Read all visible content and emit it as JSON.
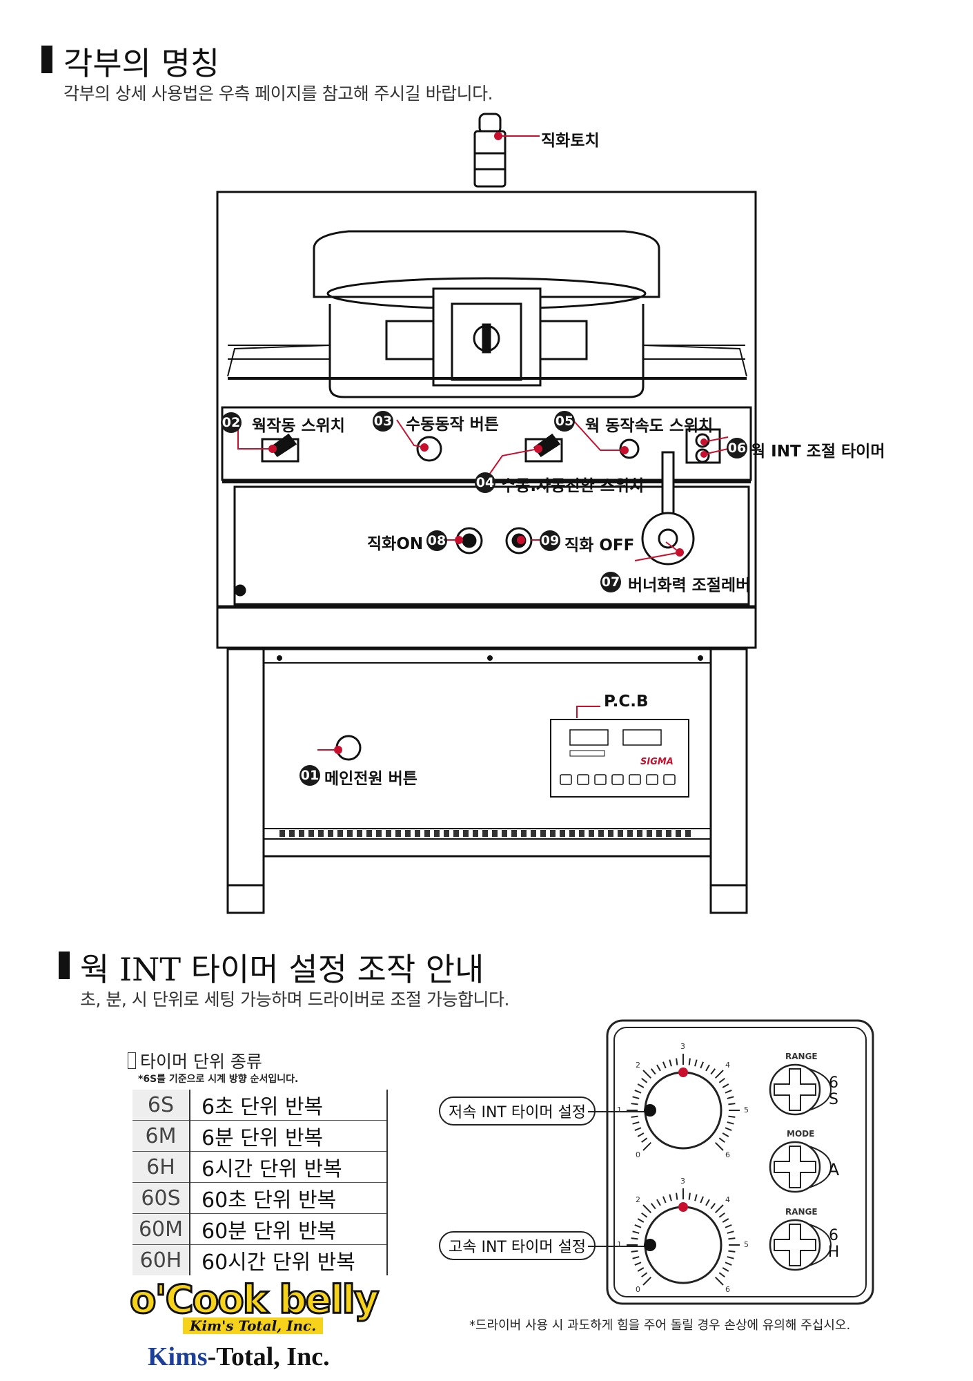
{
  "section1": {
    "title": "각부의 명칭",
    "subtitle": "각부의 상세 사용법은 우측 페이지를 참고해 주시길 바랍니다."
  },
  "parts": {
    "torch": "직화토치",
    "p01": {
      "num": "01",
      "label": "메인전원 버튼"
    },
    "p02": {
      "num": "02",
      "label": "웍작동 스위치"
    },
    "p03": {
      "num": "03",
      "label": "수동동작 버튼"
    },
    "p04": {
      "num": "04",
      "label": "수동.자동전환 스위치"
    },
    "p05": {
      "num": "05",
      "label": "웍 동작속도 스위치"
    },
    "p06": {
      "num": "06",
      "label": "웍 INT 조절 타이머"
    },
    "p07": {
      "num": "07",
      "label": "버너화력 조절레버"
    },
    "p08": {
      "num": "08",
      "label": "직화ON"
    },
    "p09": {
      "num": "09",
      "label": "직화 OFF"
    },
    "pcb": "P.C.B",
    "pcb_brand": "SIGMA"
  },
  "section2": {
    "title": "웍 INT 타이머 설정 조작 안내",
    "subtitle": "초, 분, 시 단위로 세팅 가능하며 드라이버로 조절 가능합니다."
  },
  "timer_units": {
    "heading": "타이머 단위 종류",
    "note": "*6S를 기준으로 시계 방향 순서입니다.",
    "rows": [
      {
        "code": "6S",
        "desc": "6초 단위 반복"
      },
      {
        "code": "6M",
        "desc": "6분 단위 반복"
      },
      {
        "code": "6H",
        "desc": "6시간 단위 반복"
      },
      {
        "code": "60S",
        "desc": "60초 단위 반복"
      },
      {
        "code": "60M",
        "desc": "60분 단위 반복"
      },
      {
        "code": "60H",
        "desc": "60시간 단위 반복"
      }
    ]
  },
  "timer_panel": {
    "low_label": "저속 INT 타이머 설정",
    "high_label": "고속 INT 타이머 설정",
    "range1": "RANGE",
    "mode": "MODE",
    "range2": "RANGE",
    "knob1_mark": "6S",
    "knob2_mark": "A",
    "knob3_mark": "6H",
    "dial_numbers": [
      "0",
      "1",
      "2",
      "3",
      "4",
      "5",
      "6"
    ],
    "caution": "*드라이버 사용 시 과도하게 힘을 주어 돌릴 경우 손상에 유의해 주십시오."
  },
  "brand": {
    "logo": "o'Cook belly",
    "logo_sub": "Kim's Total, Inc.",
    "company_a": "Kims",
    "company_b": "-Total, Inc."
  },
  "colors": {
    "accent_red": "#c8102e",
    "logo_yellow": "#f6d21b"
  }
}
